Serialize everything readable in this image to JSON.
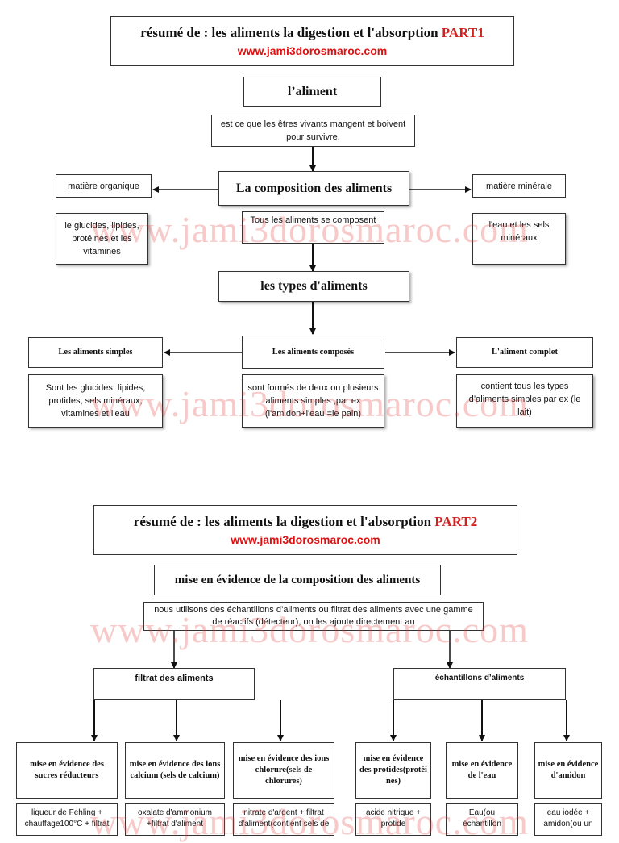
{
  "watermark": "www.jami3dorosmaroc.com",
  "part1": {
    "title_prefix": "résumé de : les aliments la digestion et l'absorption",
    "title_part": "PART1",
    "url": "www.jami3dorosmaroc.com",
    "aliment": "l’aliment",
    "question": "est ce que les êtres vivants mangent et boivent pour survivre.",
    "composition": "La composition des aliments",
    "organic": "matière organique",
    "organic_desc": "le glucides, lipides, protéines et les vitamines",
    "mineral": "matière minérale",
    "mineral_desc": "l'eau et les sels minéraux",
    "all_composed": "Tous les aliments se composent",
    "types": "les types d'aliments",
    "simple": "Les aliments simples",
    "simple_desc": "Sont les glucides, lipides, protides, sels minéraux, vitamines et l'eau",
    "composed": "Les aliments composés",
    "composed_desc": "sont formés de deux ou plusieurs aliments simples ,par ex (l'amidon+l'eau =le pain)",
    "complete": "L'aliment complet",
    "complete_desc": "contient tous les types d’aliments simples par ex (le lait)"
  },
  "part2": {
    "title_prefix": "résumé de : les aliments la digestion et l'absorption",
    "title_part": "PART2",
    "url": "www.jami3dorosmaroc.com",
    "mise": "mise en évidence de la composition des aliments",
    "method": "nous utilisons des échantillons d’aliments ou filtrat des aliments avec une gamme de réactifs (détecteur), on les ajoute directement au",
    "filtrat": "filtrat des aliments",
    "echantillons": "échantillons d’aliments",
    "sucres": "mise en évidence des sucres réducteurs",
    "calcium": "mise en évidence des ions calcium (sels de calcium)",
    "chlorure": "mise en évidence des ions chlorure(sels de chlorures)",
    "protides": "mise en évidence des protides(protéi nes)",
    "eau": "mise en évidence de l'eau",
    "amidon": "mise en évidence d'amidon",
    "sucres_test": "liqueur de Fehling + chauffage100°C + filtrat",
    "calcium_test": "oxalate d'ammonium +filtrat d'aliment",
    "chlorure_test": "nitrate d'argent + filtrat d'aliment(contient sels de",
    "protides_test": "acide nitrique + protide",
    "eau_test": "Eau(ou échantillon",
    "amidon_test": "eau iodée + amidon(ou un"
  }
}
